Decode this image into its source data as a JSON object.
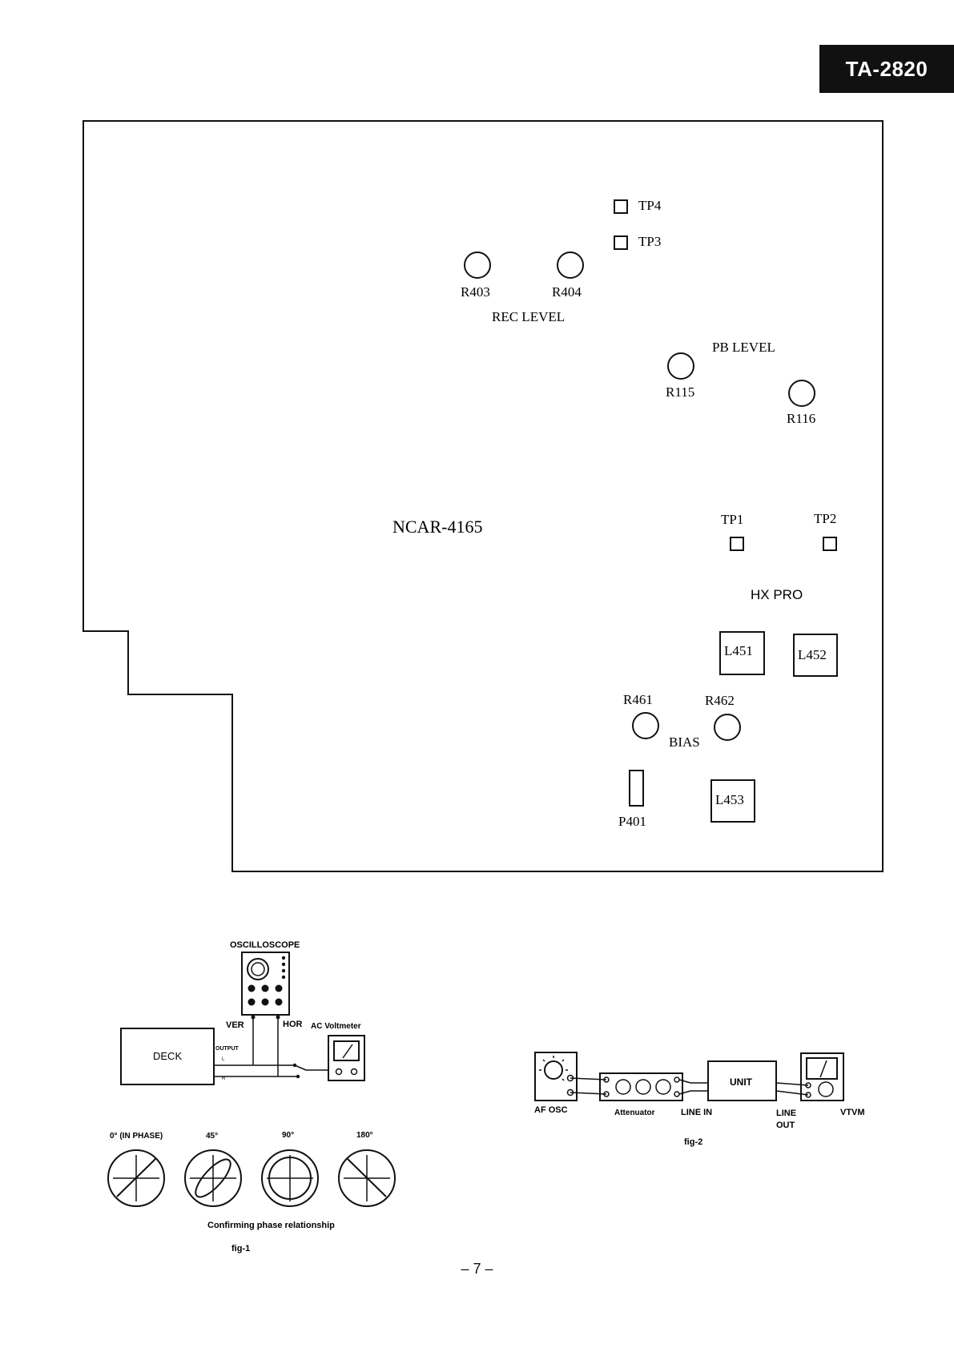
{
  "header": {
    "model": "TA-2820"
  },
  "board": {
    "name": "NCAR-4165",
    "tp4": "TP4",
    "tp3": "TP3",
    "r403": "R403",
    "r404": "R404",
    "rec_level": "REC LEVEL",
    "pb_level": "PB LEVEL",
    "r115": "R115",
    "r116": "R116",
    "tp1": "TP1",
    "tp2": "TP2",
    "hx_pro": "HX PRO",
    "l451": "L451",
    "l452": "L452",
    "r461": "R461",
    "r462": "R462",
    "bias": "BIAS",
    "p401": "P401",
    "l453": "L453"
  },
  "fig1": {
    "oscilloscope": "OSCILLOSCOPE",
    "ver": "VER",
    "hor": "HOR",
    "ac_voltmeter": "AC Voltmeter",
    "deck": "DECK",
    "output": "OUTPUT",
    "ch_l": "L",
    "ch_r": "R",
    "phase0": "0° (IN PHASE)",
    "phase45": "45°",
    "phase90": "90°",
    "phase180": "180°",
    "caption": "Confirming phase relationship",
    "label": "fig-1"
  },
  "fig2": {
    "af_osc": "AF OSC",
    "attenuator": "Attenuator",
    "line_in": "LINE IN",
    "unit": "UNIT",
    "line_out_1": "LINE",
    "line_out_2": "OUT",
    "vtvm": "VTVM",
    "label": "fig-2"
  },
  "footer": {
    "page": "– 7 –"
  }
}
